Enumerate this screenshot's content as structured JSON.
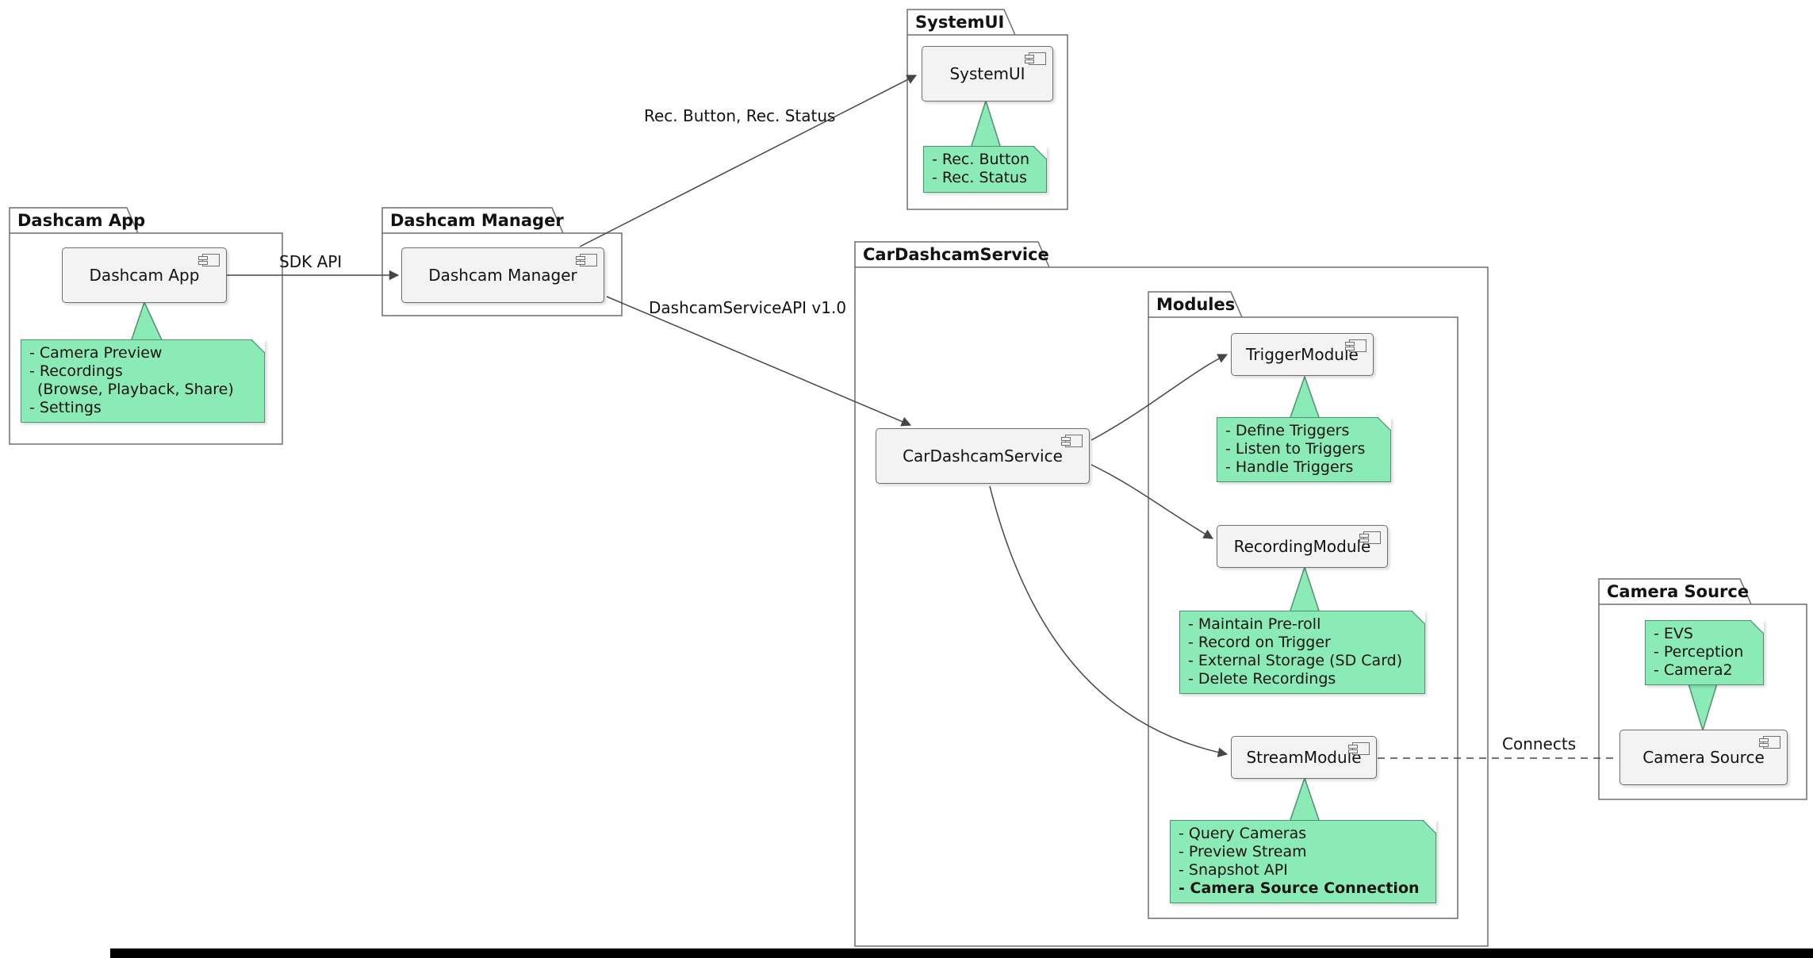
{
  "colors": {
    "note_fill": "#8BEBB6",
    "note_border": "#50916F",
    "component_fill": "#F3F3F3",
    "component_border": "#6E6E6E",
    "package_border": "#6E6E6E",
    "edge_line": "#454645",
    "bottom_bar": "#000000"
  },
  "packages": {
    "dashcam_app": {
      "title": "Dashcam App"
    },
    "dashcam_manager": {
      "title": "Dashcam Manager"
    },
    "system_ui": {
      "title": "SystemUI"
    },
    "car_dashcam_service": {
      "title": "CarDashcamService"
    },
    "modules": {
      "title": "Modules"
    },
    "camera_source": {
      "title": "Camera Source"
    }
  },
  "components": {
    "dashcam_app": "Dashcam App",
    "dashcam_manager": "Dashcam Manager",
    "system_ui": "SystemUI",
    "car_dashcam_service": "CarDashcamService",
    "trigger_module": "TriggerModule",
    "recording_module": "RecordingModule",
    "stream_module": "StreamModule",
    "camera_source": "Camera Source"
  },
  "notes": {
    "dashcam_app": {
      "lines": [
        "- Camera Preview",
        "- Recordings",
        "(Browse, Playback, Share)",
        "- Settings"
      ]
    },
    "system_ui": {
      "lines": [
        "- Rec. Button",
        "- Rec. Status"
      ]
    },
    "trigger_module": {
      "lines": [
        "- Define Triggers",
        "- Listen to Triggers",
        "- Handle Triggers"
      ]
    },
    "recording_module": {
      "lines": [
        "- Maintain Pre-roll",
        "- Record on Trigger",
        "- External Storage (SD Card)",
        "- Delete Recordings"
      ]
    },
    "stream_module": {
      "lines": [
        "- Query Cameras",
        "- Preview Stream",
        "- Snapshot API",
        "- Camera Source Connection"
      ]
    },
    "camera_source": {
      "lines": [
        "- EVS",
        "- Perception",
        "- Camera2"
      ]
    }
  },
  "edge_labels": {
    "sdk_api": "SDK API",
    "rec": "Rec. Button, Rec. Status",
    "service_api": "DashcamServiceAPI v1.0",
    "connects": "Connects"
  }
}
